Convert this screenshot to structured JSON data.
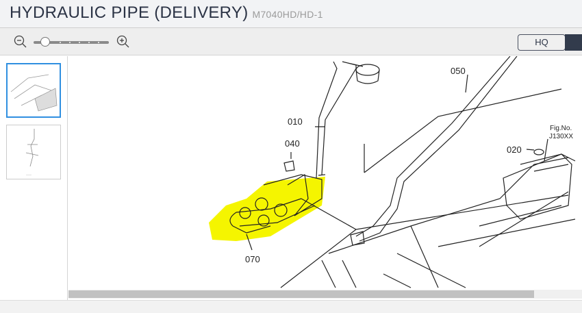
{
  "header": {
    "title": "HYDRAULIC PIPE (DELIVERY)",
    "model": "M7040HD/HD-1"
  },
  "toolbar": {
    "zoom_out_icon": "zoom-out-icon",
    "zoom_in_icon": "zoom-in-icon",
    "zoom_level": 0.15,
    "hq_label": "HQ"
  },
  "thumbnails": [
    {
      "selected": true
    },
    {
      "selected": false
    }
  ],
  "diagram": {
    "labels": [
      "010",
      "050",
      "040",
      "020",
      "070"
    ],
    "fig_no_label": "Fig.No.",
    "fig_no": "J130XX",
    "highlight_color": "#f5f500"
  }
}
